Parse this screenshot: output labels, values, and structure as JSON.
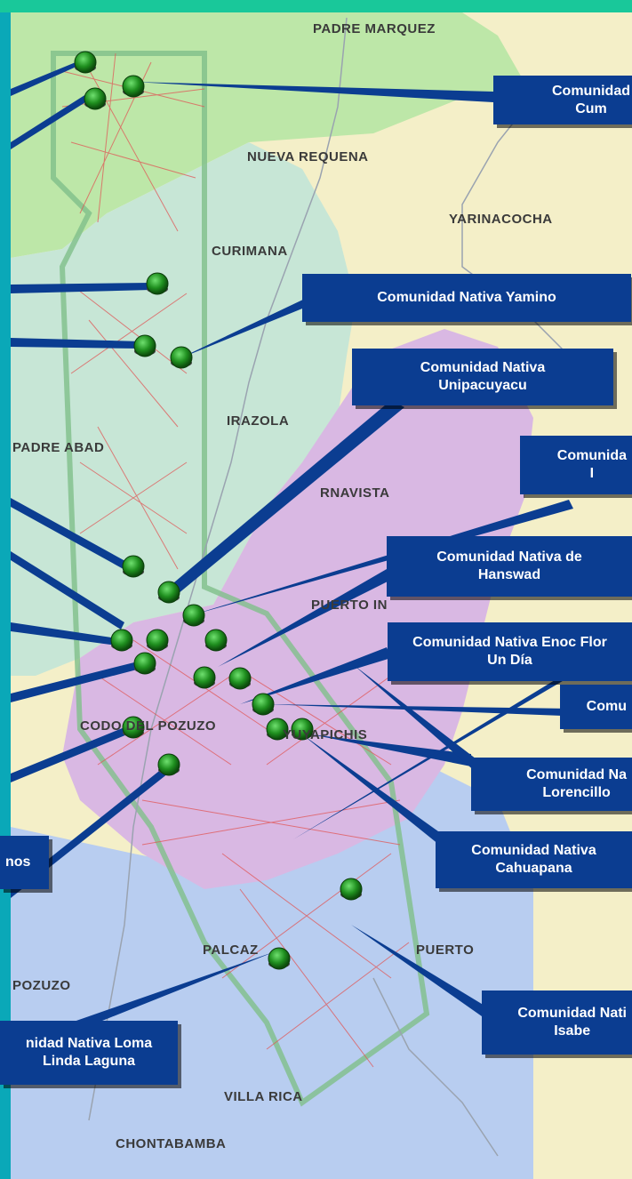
{
  "colors": {
    "border": "#0aa8b8",
    "green_region": "#b9e6a5",
    "teal_region": "#bfe3d2",
    "violet_region": "#d8b7e2",
    "blue_region": "#b8cdf0",
    "beige_region": "#f4efc8",
    "callout": "#0b3d91",
    "marker": "#1f8f1f"
  },
  "places": [
    "PADRE MARQUEZ",
    "NUEVA REQUENA",
    "YARINACOCHA",
    "CURIMANA",
    "IRAZOLA",
    "PADRE ABAD",
    "RNAVISTA",
    "PUERTO IN",
    "CODO DEL POZUZO",
    "YUYAPICHIS",
    "PUERTO",
    "POZUZO",
    "PALCAZ",
    "VILLA RICA",
    "CHONTABAMBA"
  ],
  "labels": {
    "cumbe": "Comunidad\nCum",
    "yamino": "Comunidad Nativa Yamino",
    "unipacuyacu": "Comunidad Nativa\nUnipacuyacu",
    "comunida_i": "Comunida\nI",
    "hanswad": "Comunidad Nativa de\nHanswad",
    "enoc": "Comunidad Nativa Enoc Flor\nUn Día",
    "comu": "Comu",
    "lorencillo": "Comunidad Na\nLorencillo",
    "cahuapana": "Comunidad Nativa\nCahuapana",
    "isabel": "Comunidad Nati\nIsabe",
    "nos": "nos",
    "loma": "nidad Nativa Loma\nLinda Laguna"
  }
}
